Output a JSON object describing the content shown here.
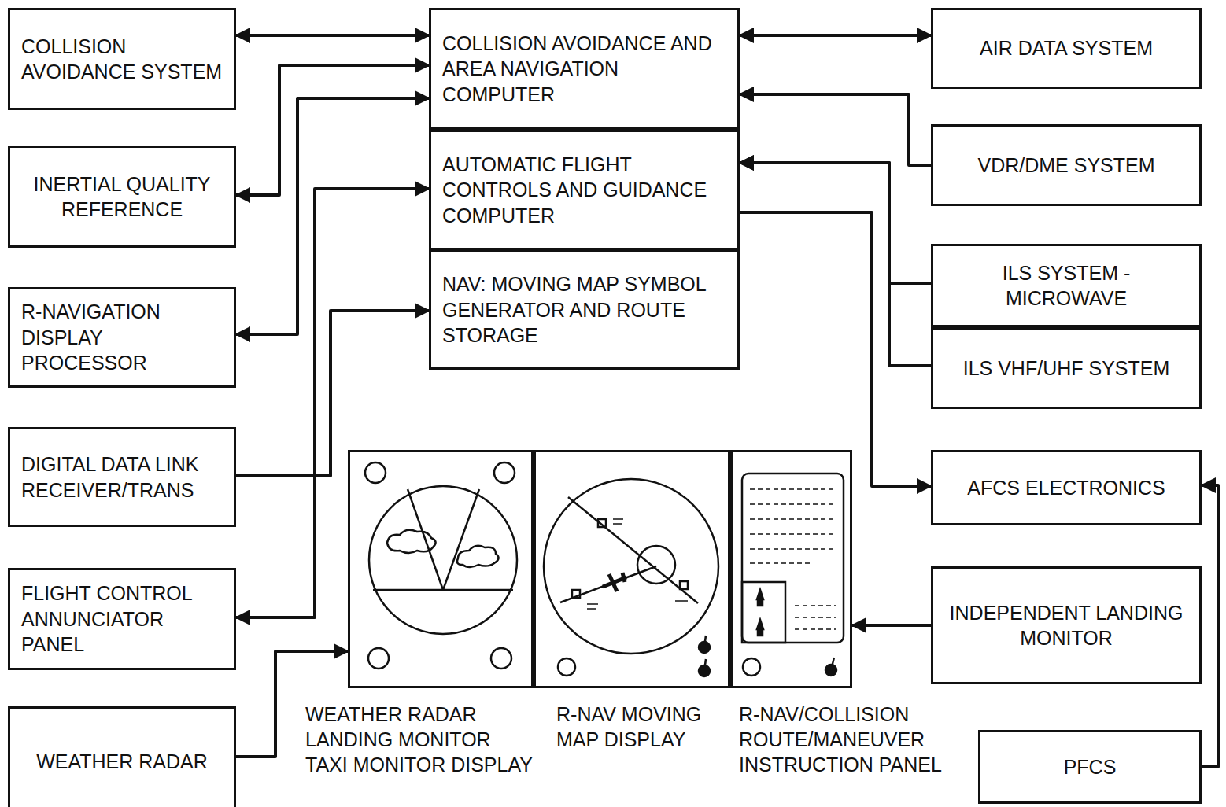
{
  "diagram": {
    "nodes": [
      {
        "text": [
          "COLLISION AVOIDANCE SYSTEM"
        ]
      },
      {
        "text": [
          "COLLISION AVOIDANCE AND AREA NAVIGATION COMPUTER"
        ]
      },
      {
        "text": [
          "AUTOMATIC FLIGHT CONTROLS AND GUIDANCE COMPUTER"
        ]
      },
      {
        "text": [
          "NAV: MOVING MAP SYMBOL GENERATOR AND ROUTE STORAGE"
        ]
      },
      {
        "text": [
          "AIR DATA SYSTEM"
        ]
      },
      {
        "text": [
          "VDR/DME SYSTEM"
        ]
      },
      {
        "text": [
          "INERTIAL QUALITY REFERENCE"
        ]
      },
      {
        "text": [
          "ILS SYSTEM - MICROWAVE"
        ]
      },
      {
        "text": [
          "ILS VHF/UHF SYSTEM"
        ]
      },
      {
        "text": [
          "R-NAVIGATION DISPLAY PROCESSOR"
        ]
      },
      {
        "text": [
          "DIGITAL DATA LINK RECEIVER/TRANS"
        ]
      },
      {
        "text": [
          "AFCS ELECTRONICS"
        ]
      },
      {
        "text": [
          "FLIGHT CONTROL ANNUNCIATOR PANEL"
        ]
      },
      {
        "text": [
          "INDEPENDENT LANDING MONITOR"
        ]
      },
      {
        "text": [
          "WEATHER RADAR"
        ]
      },
      {
        "text": [
          "PFCS"
        ]
      },
      {
        "text": [
          "WEATHER RADAR LANDING MONITOR TAXI MONITOR DISPLAY"
        ]
      },
      {
        "text": [
          "R-NAV MOVING MAP DISPLAY"
        ]
      },
      {
        "text": [
          "R-NAV/COLLISION ROUTE/MANEUVER INSTRUCTION PANEL"
        ]
      }
    ],
    "edges": [
      {
        "from": 0,
        "to": 1,
        "arrow": "both"
      },
      {
        "from": 1,
        "to": 6,
        "arrow": "both"
      },
      {
        "from": 1,
        "to": 9,
        "arrow": "both"
      },
      {
        "from": 4,
        "to": 1,
        "arrow": "both"
      },
      {
        "from": 5,
        "to": 1,
        "arrow": "to"
      },
      {
        "from": 7,
        "to": 2,
        "arrow": "to"
      },
      {
        "from": 8,
        "to": 2,
        "arrow": "to"
      },
      {
        "from": 2,
        "to": 11,
        "arrow": "to"
      },
      {
        "from": 10,
        "to": 2,
        "arrow": "to"
      },
      {
        "from": 10,
        "to": 3,
        "arrow": "to"
      },
      {
        "from": 10,
        "to": 12,
        "arrow": "to"
      },
      {
        "from": 13,
        "to": 18,
        "arrow": "to"
      },
      {
        "from": 14,
        "to": 16,
        "arrow": "to"
      },
      {
        "from": 15,
        "to": 11,
        "arrow": "to"
      }
    ]
  }
}
